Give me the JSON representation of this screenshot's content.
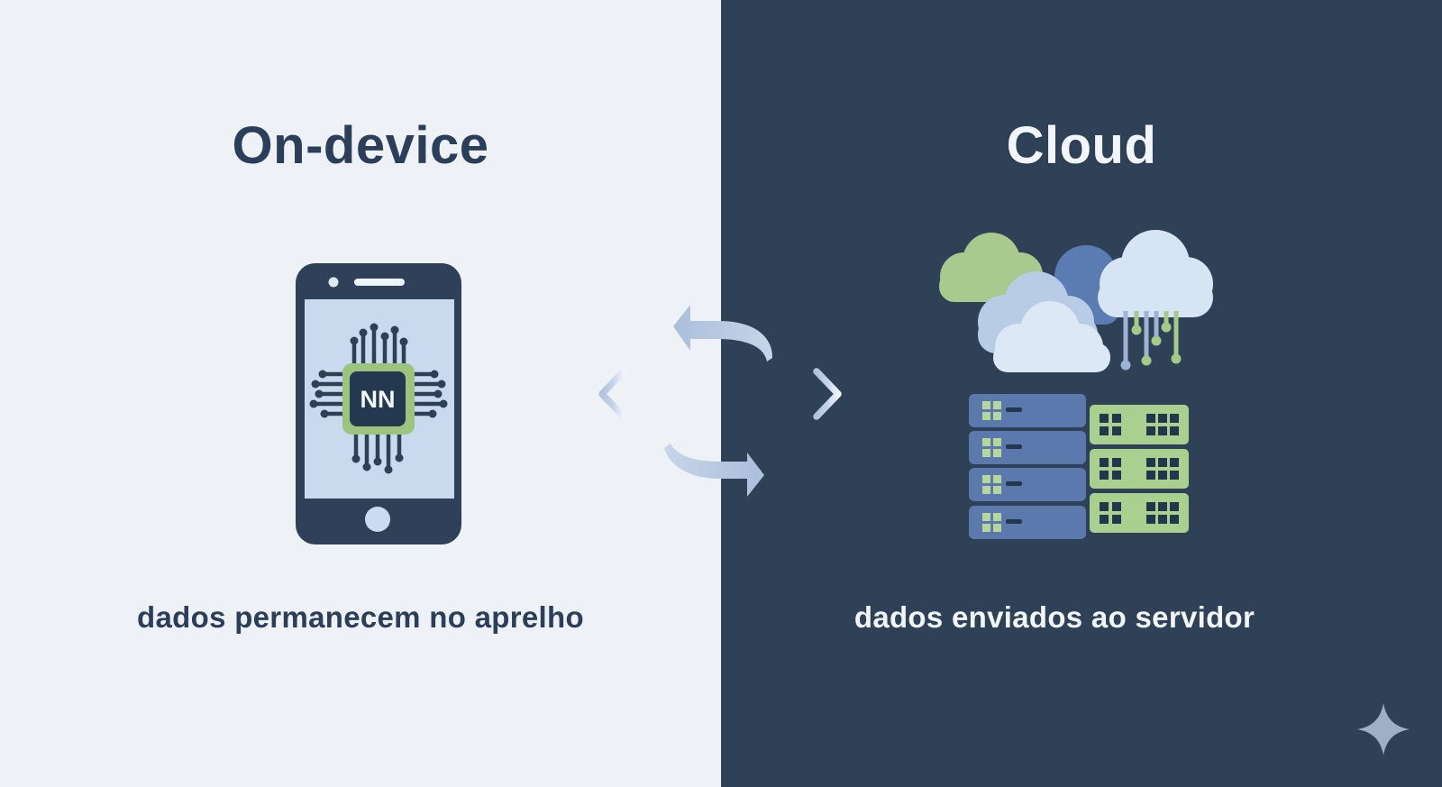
{
  "left_panel": {
    "title": "On-device",
    "caption": "dados permanecem no aprelho"
  },
  "right_panel": {
    "title": "Cloud",
    "caption": "dados enviados ao servidor"
  },
  "phone": {
    "chip_label": "NN"
  },
  "icons": {
    "left": "smartphone-with-nn-chip",
    "middle": [
      "arrow-left-ribbon",
      "double-headed-arrow",
      "arrow-right-ribbon"
    ],
    "right": [
      "cloud-cluster-with-circuit-drips",
      "server-racks",
      "sparkle"
    ]
  },
  "colors": {
    "left-bg": "#eef2f6",
    "right-bg": "#2e4157",
    "ink-navy": "#2b3e5a",
    "ink-light": "#f2f6fa",
    "phone-body": "#2e4158",
    "phone-screen": "#c9daee",
    "chip-green": "#9dc47f",
    "chip-inner": "#243850",
    "cloud-green": "#a8ca8e",
    "cloud-blue": "#5a7cb2",
    "cloud-steel": "#b9cce5",
    "cloud-light": "#dde8f6",
    "server-blue": "#5b79ac",
    "server-green": "#a9d08f",
    "arrow-steel": "#b9c9e0",
    "sparkle-gray": "#9db0c5"
  }
}
